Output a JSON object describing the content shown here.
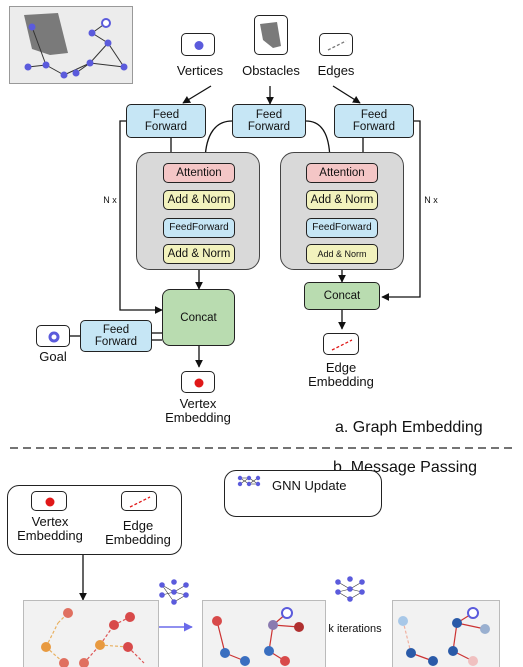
{
  "inputs": {
    "vertices": "Vertices",
    "obstacles": "Obstacles",
    "edges": "Edges",
    "goal": "Goal"
  },
  "blocks": {
    "feed_forward": "Feed\nForward",
    "attention": "Attention",
    "add_norm": "Add & Norm",
    "feedforward_inner": "FeedForward",
    "concat": "Concat",
    "nx": "N x"
  },
  "outputs": {
    "vertex_embedding": "Vertex\nEmbedding",
    "edge_embedding": "Edge\nEmbedding"
  },
  "sections": {
    "graph_embedding": "a. Graph Embedding",
    "message_passing": "b. Message Passing"
  },
  "message_passing": {
    "vertex_embedding": "Vertex\nEmbedding",
    "edge_embedding": "Edge\nEmbedding",
    "gnn_update": "GNN Update",
    "k_iterations": "k iterations"
  },
  "colors": {
    "vertex_blue": "#5b5bdc",
    "feed_forward": "#c6e6f5",
    "attention": "#f4c6c6",
    "add_norm": "#f2f2bd",
    "concat": "#b9dcb0",
    "embedding_red": "#e01818"
  }
}
